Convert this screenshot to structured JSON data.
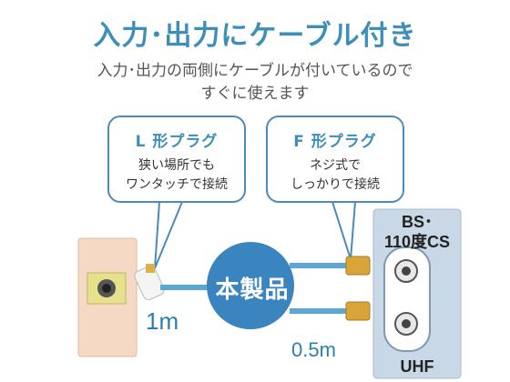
{
  "header": {
    "title": "入力･出力にケーブル付き",
    "subtitle_line1": "入力･出力の両側にケーブルが付いているので",
    "subtitle_line2": "すぐに使えます"
  },
  "bubble_l": {
    "heading": "L 形プラグ",
    "line1": "狭い場所でも",
    "line2": "ワンタッチで接続"
  },
  "bubble_f": {
    "heading": "F 形プラグ",
    "line1": "ネジ式で",
    "line2": "しっかりで接続"
  },
  "product_label": "本製品",
  "cable_lengths": {
    "input": "1m",
    "output": "0.5m"
  },
  "device": {
    "top_label_line1": "BS･",
    "top_label_line2": "110度CS",
    "bottom_label": "UHF"
  },
  "colors": {
    "accent": "#3d8fb8",
    "product_circle": "#3a85bf",
    "cable": "#5aa7d4"
  }
}
